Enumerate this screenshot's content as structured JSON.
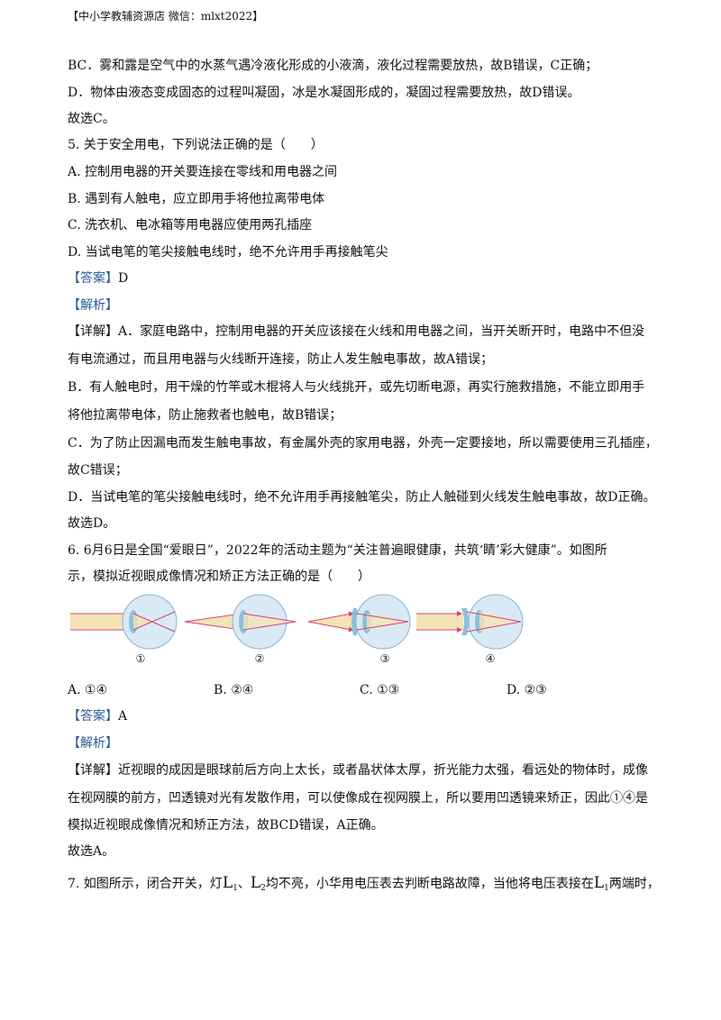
{
  "header": "【中小学教辅资源店 微信：mlxt2022】",
  "prev": {
    "l1": "BC．雾和露是空气中的水蒸气遇冷液化形成的小液滴，液化过程需要放热，故B错误，C正确；",
    "l2": "D．物体由液态变成固态的过程叫凝固，冰是水凝固形成的，凝固过程需要放热，故D错误。",
    "l3": "故选C。"
  },
  "q5": {
    "stem": "5. 关于安全用电，下列说法正确的是（　　）",
    "a": "A. 控制用电器的开关要连接在零线和用电器之间",
    "b": "B. 遇到有人触电，应立即用手将他拉离带电体",
    "c": "C. 洗衣机、电冰箱等用电器应使用两孔插座",
    "d": "D. 当试电笔的笔尖接触电线时，绝不允许用手再接触笔尖",
    "answer_tag": "【答案】",
    "answer": "D",
    "analysis_tag": "【解析】",
    "detail_tag": "【详解】",
    "e1": "A．家庭电路中，控制用电器的开关应该接在火线和用电器之间，当开关断开时，电路中不但没",
    "e2": "有电流通过，而且用电器与火线断开连接，防止人发生触电事故，故A错误；",
    "e3": "B．有人触电时，用干燥的竹竿或木棍将人与火线挑开，或先切断电源，再实行施救措施，不能立即用手",
    "e4": "将他拉离带电体，防止施救者也触电，故B错误；",
    "e5": "C．为了防止因漏电而发生触电事故，有金属外壳的家用电器，外壳一定要接地，所以需要使用三孔插座，",
    "e6": "故C错误；",
    "e7": "D．当试电笔的笔尖接触电线时，绝不允许用手再接触笔尖，防止人触碰到火线发生触电事故，故D正确。",
    "e8": "故选D。"
  },
  "q6": {
    "stem1": "6. 6月6日是全国“爱眼日”，2022年的活动主题为“关注普遍眼健康，共筑‘睛’彩大健康”。如图所",
    "stem2": "示，模拟近视眼成像情况和矫正方法正确的是（　　）",
    "fig_labels": [
      "①",
      "②",
      "③",
      "④"
    ],
    "a": "A. ①④",
    "b": "B. ②④",
    "c": "C. ①③",
    "d": "D. ②③",
    "answer_tag": "【答案】",
    "answer": "A",
    "analysis_tag": "【解析】",
    "detail_tag": "【详解】",
    "e1": "近视眼的成因是眼球前后方向上太长，或者晶状体太厚，折光能力太强，看远处的物体时，成像",
    "e2": "在视网膜的前方，凹透镜对光有发散作用，可以使像成在视网膜上，所以要用凹透镜来矫正，因此①④是",
    "e3": "模拟近视眼成像情况和矫正方法，故BCD错误，A正确。",
    "e4": "故选A。"
  },
  "q7": {
    "p1": "7. 如图所示，闭合开关，灯",
    "L": "L",
    "s1": "1",
    "sep": "、",
    "s2": "2",
    "p2": "均不亮，小华用电压表去判断电路故障，当他将电压表接在",
    "p3": "两端时，"
  },
  "colors": {
    "tag": "#2a5a9a",
    "ray": "#d4447a",
    "eye": "#a9cbe3",
    "lens": "#8cc0dc",
    "beam": "#f3e3b5"
  }
}
